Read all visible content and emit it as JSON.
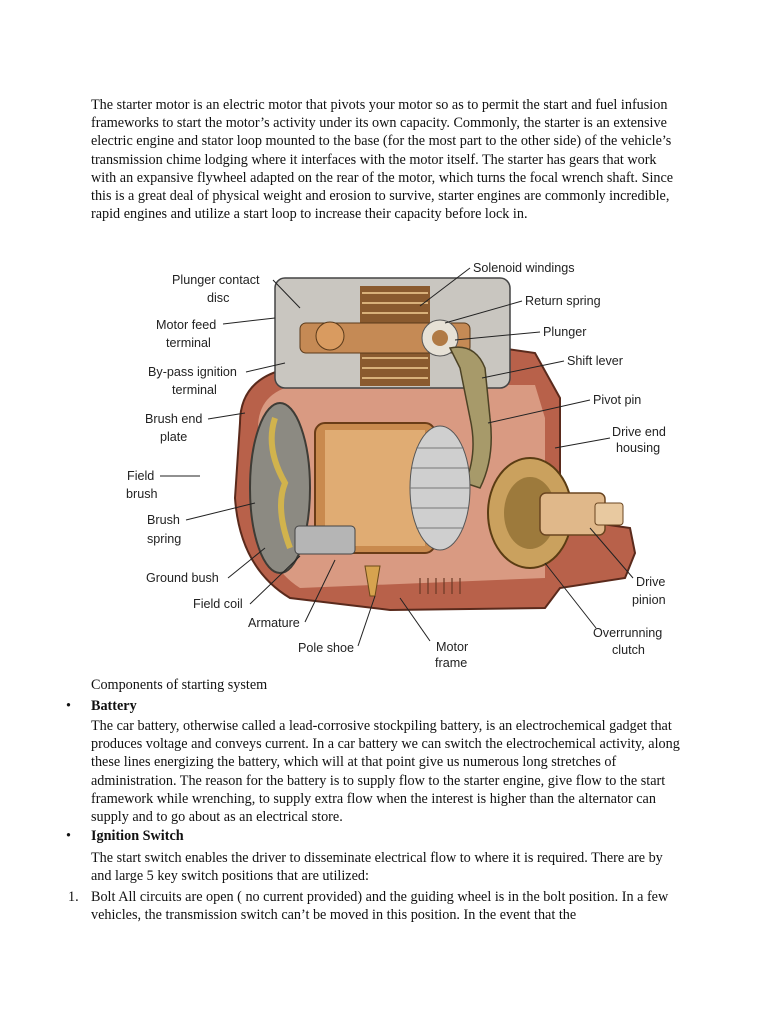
{
  "intro": "The starter motor is an electric motor that pivots your motor so as to permit the start and fuel infusion frameworks to start the motor’s activity under its own capacity. Commonly, the starter is an extensive electric engine and stator loop mounted to the base (for the most part to the other side) of the vehicle’s transmission chime lodging where it interfaces with the motor itself. The starter has gears that work with an expansive flywheel adapted on the rear of the motor, which turns the focal wrench shaft. Since this is a great deal of physical weight and erosion to survive, starter engines are commonly incredible, rapid engines and utilize a start loop to increase their capacity before lock in.",
  "figure": {
    "labels": {
      "plunger_contact_1": "Plunger contact",
      "plunger_contact_2": "disc",
      "motor_feed_1": "Motor feed",
      "motor_feed_2": "terminal",
      "bypass_1": "By-pass ignition",
      "bypass_2": "terminal",
      "brush_end_1": "Brush end",
      "brush_end_2": "plate",
      "field_brush_1": "Field",
      "field_brush_2": "brush",
      "brush_spring_1": "Brush",
      "brush_spring_2": "spring",
      "ground_bush": "Ground bush",
      "field_coil": "Field coil",
      "armature": "Armature",
      "pole_shoe": "Pole shoe",
      "motor_frame_1": "Motor",
      "motor_frame_2": "frame",
      "solenoid_windings": "Solenoid windings",
      "return_spring": "Return spring",
      "plunger": "Plunger",
      "shift_lever": "Shift lever",
      "pivot_pin": "Pivot pin",
      "drive_end_1": "Drive end",
      "drive_end_2": "housing",
      "drive_pinion_1": "Drive",
      "drive_pinion_2": "pinion",
      "overrunning_1": "Overrunning",
      "overrunning_2": "clutch"
    }
  },
  "caption": "Components of starting system",
  "bullets": [
    {
      "marker": "•",
      "title": "Battery",
      "body": "The car battery, otherwise called a lead-corrosive stockpiling battery, is an electrochemical gadget that produces voltage and conveys current. In a car battery we can switch the electrochemical activity, along these lines energizing the battery, which will at that point give us numerous long stretches of administration. The reason for the battery is to supply flow to the starter engine, give flow to the start framework while wrenching, to supply extra flow when the interest is higher than the alternator can supply and to go about as an electrical store."
    },
    {
      "marker": "•",
      "title": "Ignition Switch",
      "body": "The start switch enables the driver to disseminate electrical flow to where it is required. There are by and large 5 key switch positions that are utilized:"
    }
  ],
  "numbered": [
    {
      "marker": "1.",
      "text": "Bolt All circuits are open ( no current provided) and the guiding wheel is in the bolt position. In a few vehicles, the transmission switch can’t be moved in this position. In the event that the"
    }
  ]
}
